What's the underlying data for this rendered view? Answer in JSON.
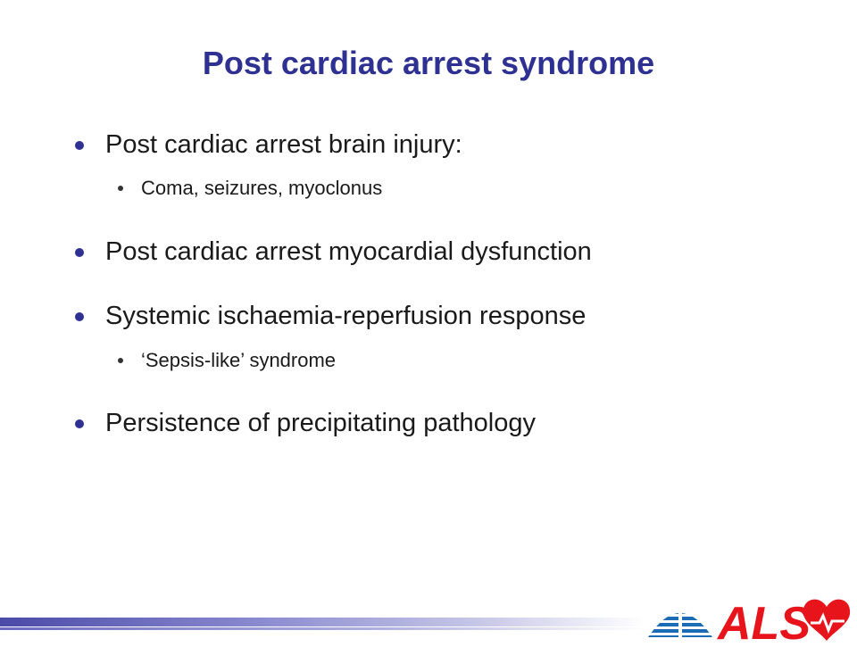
{
  "slide": {
    "title": "Post cardiac arrest syndrome",
    "bullets": [
      {
        "text": "Post cardiac arrest brain injury:",
        "subs": [
          "Coma, seizures, myoclonus"
        ]
      },
      {
        "text": "Post cardiac arrest myocardial dysfunction",
        "subs": []
      },
      {
        "text": "Systemic ischaemia-reperfusion response",
        "subs": [
          "‘Sepsis-like’ syndrome"
        ]
      },
      {
        "text": "Persistence of precipitating pathology",
        "subs": []
      }
    ]
  },
  "footer": {
    "logo_text": "ALS",
    "logo_icon": "heart-icon",
    "colors": {
      "logo_red": "#e8141c",
      "logo_blue": "#1b6bb5",
      "title_blue": "#2e3192"
    }
  }
}
